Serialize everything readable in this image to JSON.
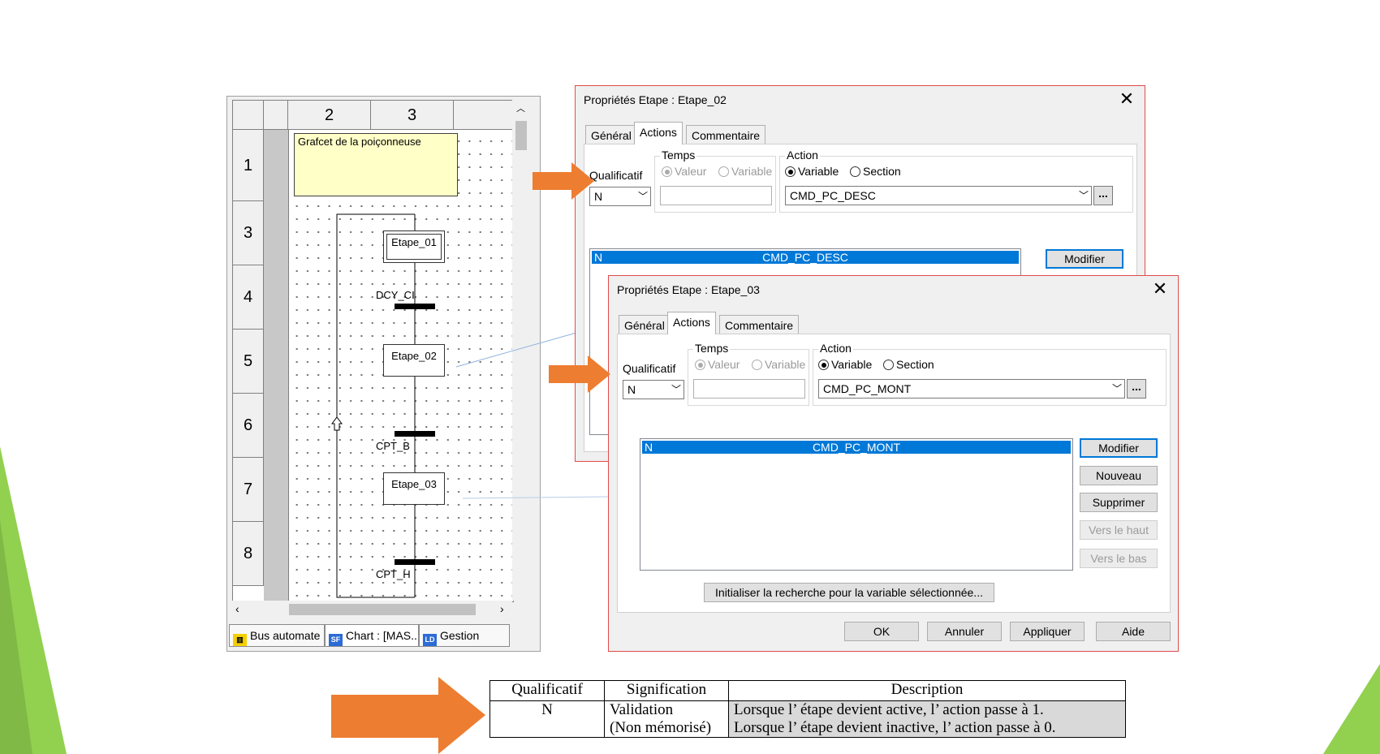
{
  "colors": {
    "accent_orange": "#ed7d31",
    "slide_green": "#92d050",
    "selection_blue": "#0078d7",
    "dialog_border": "#e04c4c",
    "note_yellow": "#ffffc8"
  },
  "grafcet": {
    "columns": [
      "2",
      "3"
    ],
    "rows": [
      "1",
      "3",
      "4",
      "5",
      "6",
      "7",
      "8"
    ],
    "note": "Grafcet de la poiçonneuse",
    "steps": [
      "Etape_01",
      "Etape_02",
      "Etape_03"
    ],
    "transitions": [
      "DCY_CI",
      "CPT_B",
      "CPT_H"
    ],
    "tabs": [
      {
        "icon": "bus-icon",
        "label": "Bus automate"
      },
      {
        "icon": "sfc-chart-icon",
        "label": "Chart : [MAS..."
      },
      {
        "icon": "ld-icon",
        "label": "Gestion"
      }
    ]
  },
  "dialog1": {
    "title": "Propriétés Etape : Etape_02",
    "tabs": [
      "Général",
      "Actions",
      "Commentaire"
    ],
    "qualificatif_label": "Qualificatif",
    "qualificatif_value": "N",
    "temps_label": "Temps",
    "temps_options": [
      "Valeur",
      "Variable"
    ],
    "action_label": "Action",
    "action_options": [
      "Variable",
      "Section"
    ],
    "action_value": "CMD_PC_DESC",
    "list_row": {
      "qualificatif": "N",
      "variable": "CMD_PC_DESC"
    },
    "modify_button": "Modifier"
  },
  "dialog2": {
    "title": "Propriétés Etape : Etape_03",
    "tabs": [
      "Général",
      "Actions",
      "Commentaire"
    ],
    "qualificatif_label": "Qualificatif",
    "qualificatif_value": "N",
    "temps_label": "Temps",
    "temps_options": [
      "Valeur",
      "Variable"
    ],
    "action_label": "Action",
    "action_options": [
      "Variable",
      "Section"
    ],
    "action_value": "CMD_PC_MONT",
    "list_row": {
      "qualificatif": "N",
      "variable": "CMD_PC_MONT"
    },
    "side_buttons": [
      "Modifier",
      "Nouveau",
      "Supprimer",
      "Vers le haut",
      "Vers le bas"
    ],
    "search_button": "Initialiser la recherche pour la variable sélectionnée...",
    "footer_buttons": [
      "OK",
      "Annuler",
      "Appliquer",
      "Aide"
    ]
  },
  "table": {
    "headers": [
      "Qualificatif",
      "Signification",
      "Description"
    ],
    "rows": [
      {
        "qualificatif": "N",
        "signification": [
          "Validation",
          "(Non mémorisé)"
        ],
        "description": [
          "Lorsque l’ étape devient active, l’ action passe à 1.",
          "Lorsque l’ étape devient inactive, l’ action passe à 0."
        ]
      }
    ]
  }
}
